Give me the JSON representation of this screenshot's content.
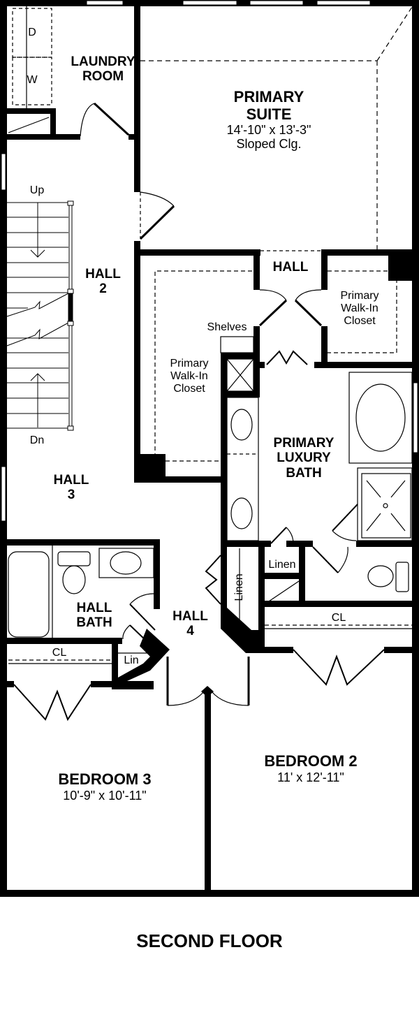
{
  "plan": {
    "title": "SECOND FLOOR",
    "wall_color": "#000000",
    "background": "#ffffff",
    "rooms": {
      "laundry": {
        "name_line1": "LAUNDRY",
        "name_line2": "ROOM",
        "dryer": "D",
        "washer": "W"
      },
      "primary_suite": {
        "name_line1": "PRIMARY",
        "name_line2": "SUITE",
        "dimensions": "14'-10\" x 13'-3\"",
        "note": "Sloped Clg."
      },
      "hall": {
        "name": "HALL"
      },
      "hall2": {
        "name_line1": "HALL",
        "name_line2": "2"
      },
      "hall3": {
        "name_line1": "HALL",
        "name_line2": "3"
      },
      "hall4": {
        "name_line1": "HALL",
        "name_line2": "4"
      },
      "primary_closet_right": {
        "line1": "Primary",
        "line2": "Walk-In",
        "line3": "Closet"
      },
      "primary_closet_left": {
        "line1": "Primary",
        "line2": "Walk-In",
        "line3": "Closet"
      },
      "shelves": {
        "label": "Shelves"
      },
      "primary_bath": {
        "line1": "PRIMARY",
        "line2": "LUXURY",
        "line3": "BATH"
      },
      "hall_bath": {
        "line1": "HALL",
        "line2": "BATH"
      },
      "linen_small": {
        "label": "Linen"
      },
      "linen_vertical": {
        "label": "Linen"
      },
      "lin": {
        "label": "Lin"
      },
      "cl_left": {
        "label": "CL"
      },
      "cl_right": {
        "label": "CL"
      },
      "bedroom3": {
        "name": "BEDROOM 3",
        "dimensions": "10'-9\" x 10'-11\""
      },
      "bedroom2": {
        "name": "BEDROOM 2",
        "dimensions": "11' x 12'-11\""
      }
    },
    "stairs": {
      "up_label": "Up",
      "down_label": "Dn"
    }
  }
}
